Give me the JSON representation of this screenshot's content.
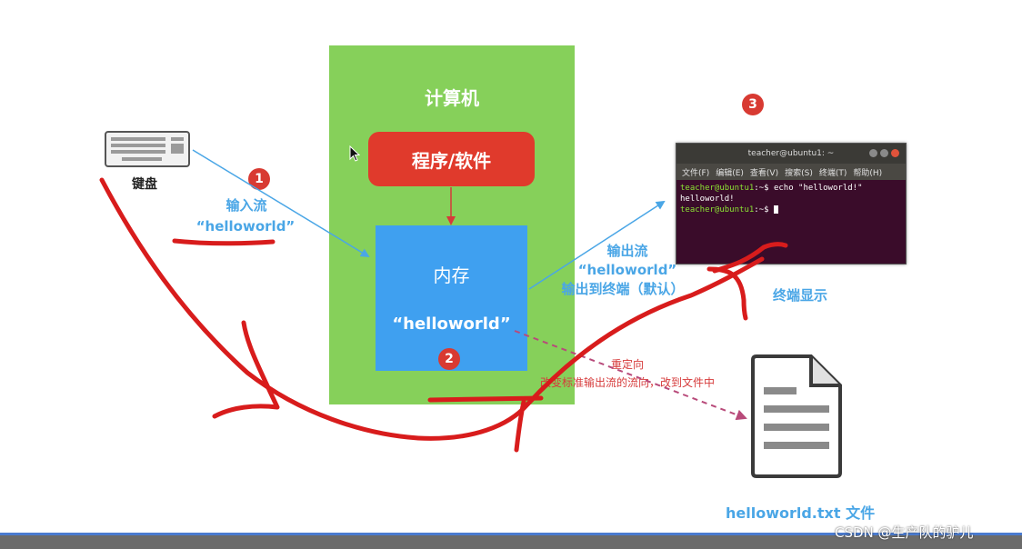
{
  "computer": {
    "title": "计算机"
  },
  "program": {
    "label": "程序/软件"
  },
  "memory": {
    "title": "内存",
    "value": "“helloworld”"
  },
  "keyboard": {
    "label": "键盘",
    "icon": "keyboard-icon"
  },
  "input_stream": {
    "badge": "1",
    "label": "输入流",
    "value": "“helloworld”"
  },
  "memory_badge": "2",
  "output_stream": {
    "label": "输出流",
    "value": "“helloworld”",
    "note": "输出到终端（默认）"
  },
  "terminal": {
    "badge": "3",
    "title": "teacher@ubuntu1: ~",
    "menu": [
      "文件(F)",
      "编辑(E)",
      "查看(V)",
      "搜索(S)",
      "终端(T)",
      "帮助(H)"
    ],
    "lines": [
      {
        "prompt": "teacher@ubuntu1",
        "rest": ":~$ echo \"helloworld!\""
      },
      {
        "prompt": "",
        "rest": "helloworld!"
      },
      {
        "prompt": "teacher@ubuntu1",
        "rest": ":~$ "
      }
    ],
    "label": "终端显示"
  },
  "redirect": {
    "title": "重定向",
    "description": "改变标准输出流的流向，改到文件中"
  },
  "document": {
    "label": "helloworld.txt 文件",
    "icon": "document-icon"
  },
  "watermark": "CSDN @生产队的驴儿",
  "colors": {
    "computer": "#86d05a",
    "program": "#e03a2c",
    "memory": "#3fa0f0",
    "annotation": "#d81c1c",
    "label_blue": "#4aa6e6"
  }
}
